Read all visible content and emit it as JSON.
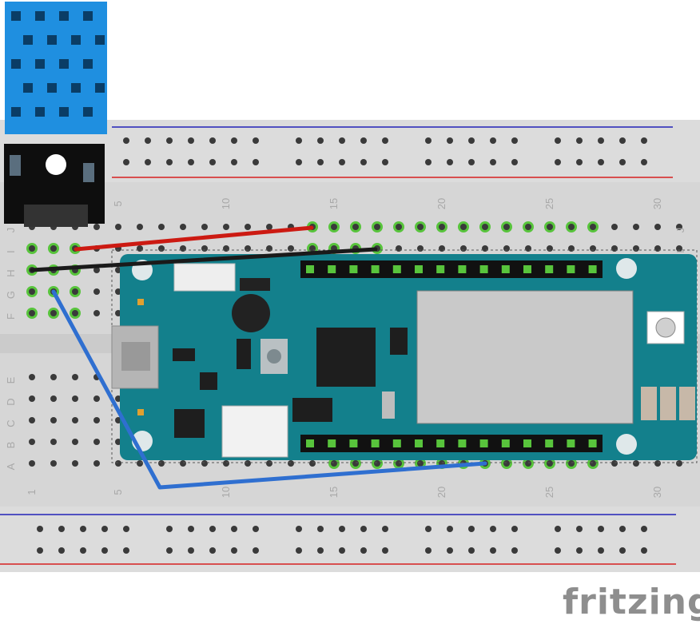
{
  "breadboard": {
    "column_numbers_top": [
      "5",
      "10",
      "15",
      "20",
      "25",
      "30"
    ],
    "column_numbers_bottom": [
      "1",
      "5",
      "10",
      "15",
      "20",
      "25",
      "30"
    ],
    "row_letters_upper": [
      "J",
      "I",
      "H",
      "G",
      "F"
    ],
    "row_letters_lower": [
      "E",
      "D",
      "C",
      "B",
      "A"
    ],
    "rail_colors": {
      "positive": "#d62020",
      "negative": "#2323b8"
    }
  },
  "wires": [
    {
      "id": "vcc",
      "color": "#cc1a12"
    },
    {
      "id": "gnd",
      "color": "#1a1a1a"
    },
    {
      "id": "data",
      "color": "#2f6fd0"
    }
  ],
  "sensor": {
    "color": "#1f8fe0",
    "board_color": "#0e0e0e"
  },
  "board": {
    "color": "#13808c"
  },
  "watermark": "fritzing"
}
